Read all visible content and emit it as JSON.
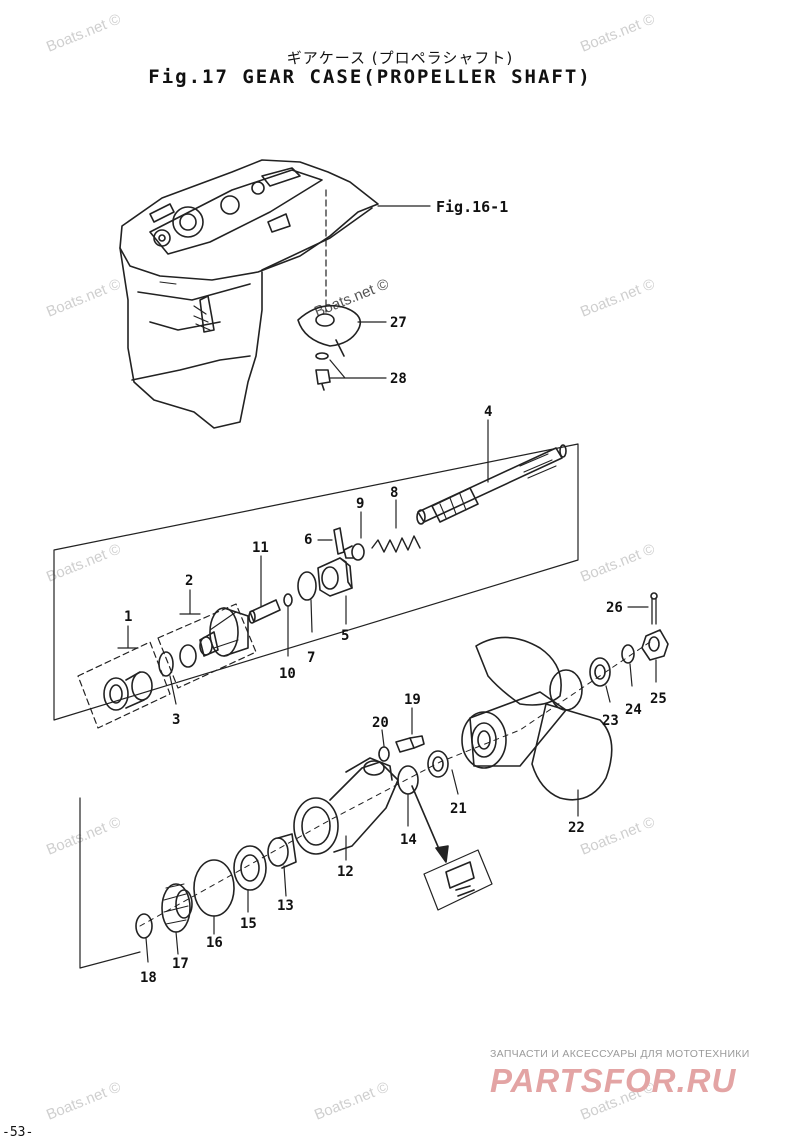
{
  "title_jp": "ギアケース (プロペラシャフト)",
  "title_en": "Fig.17 GEAR CASE(PROPELLER SHAFT)",
  "reference_label": "Fig.16-1",
  "page_number": "-53-",
  "watermark_text": "Boats.net ©",
  "store": {
    "subtitle": "ЗАПЧАСТИ И АКСЕССУАРЫ ДЛЯ МОТОТЕХНИКИ",
    "logo": "PARTSFOR.RU"
  },
  "callouts": [
    "1",
    "2",
    "3",
    "4",
    "5",
    "6",
    "7",
    "8",
    "9",
    "10",
    "11",
    "12",
    "13",
    "14",
    "15",
    "16",
    "17",
    "18",
    "19",
    "20",
    "21",
    "22",
    "23",
    "24",
    "25",
    "26",
    "27",
    "28"
  ]
}
